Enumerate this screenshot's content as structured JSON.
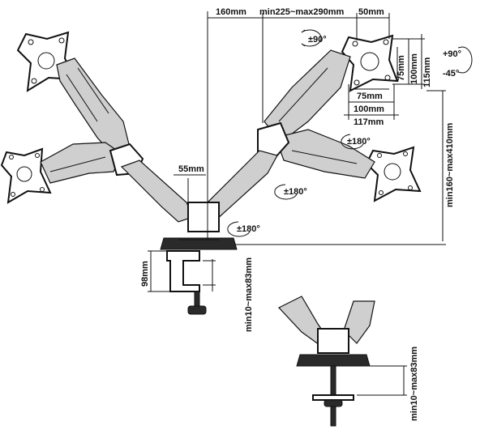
{
  "labels": {
    "arm_top_left": "160mm",
    "arm_range": "min225~max290mm",
    "arm_top_right": "50mm",
    "rot90": "±90°",
    "vesa75_h": "75mm",
    "vesa100_h": "100mm",
    "vesa115": "115mm",
    "vesa75_w": "75mm",
    "vesa100_w": "100mm",
    "vesa117": "117mm",
    "tilt_up": "+90°",
    "tilt_down": "-45°",
    "swivel_180_a": "±180°",
    "swivel_180_b": "±180°",
    "swivel_180_c": "±180°",
    "pole_gap": "55mm",
    "height_range": "min160~max410mm",
    "clamp_height": "98mm",
    "desk_thickness": "min10~max83mm",
    "grommet_thickness": "min10~max83mm"
  }
}
